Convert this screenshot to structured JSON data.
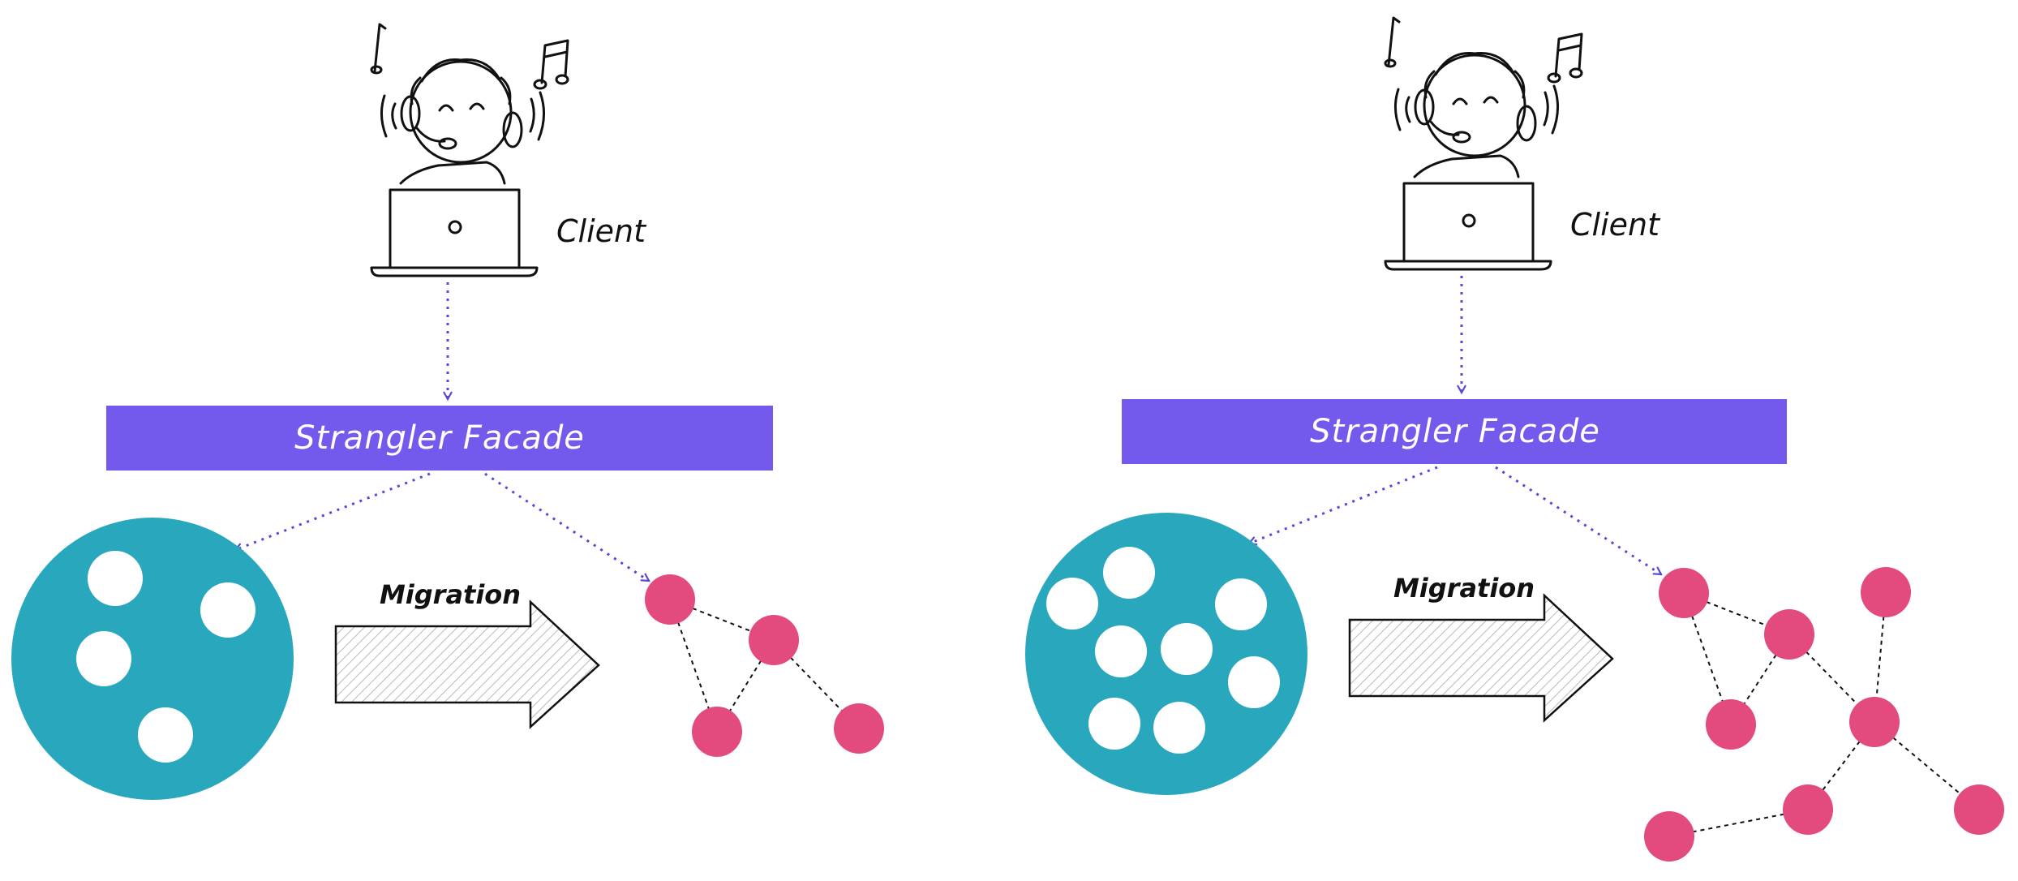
{
  "colors": {
    "facade": "#7559ec",
    "monolith": "#28a7bd",
    "microservice": "#e34a7d",
    "request_arrow": "#5948d6",
    "ink": "#111111"
  },
  "panels": [
    {
      "client_label": "Client",
      "facade_label": "Strangler Facade",
      "migration_label": "Migration",
      "icons": [
        "person-with-headphones-icon",
        "music-note-icon",
        "laptop-icon",
        "migration-arrow-icon"
      ]
    },
    {
      "client_label": "Client",
      "facade_label": "Strangler Facade",
      "migration_label": "Migration",
      "icons": [
        "person-with-headphones-icon",
        "music-note-icon",
        "laptop-icon",
        "migration-arrow-icon"
      ]
    }
  ]
}
